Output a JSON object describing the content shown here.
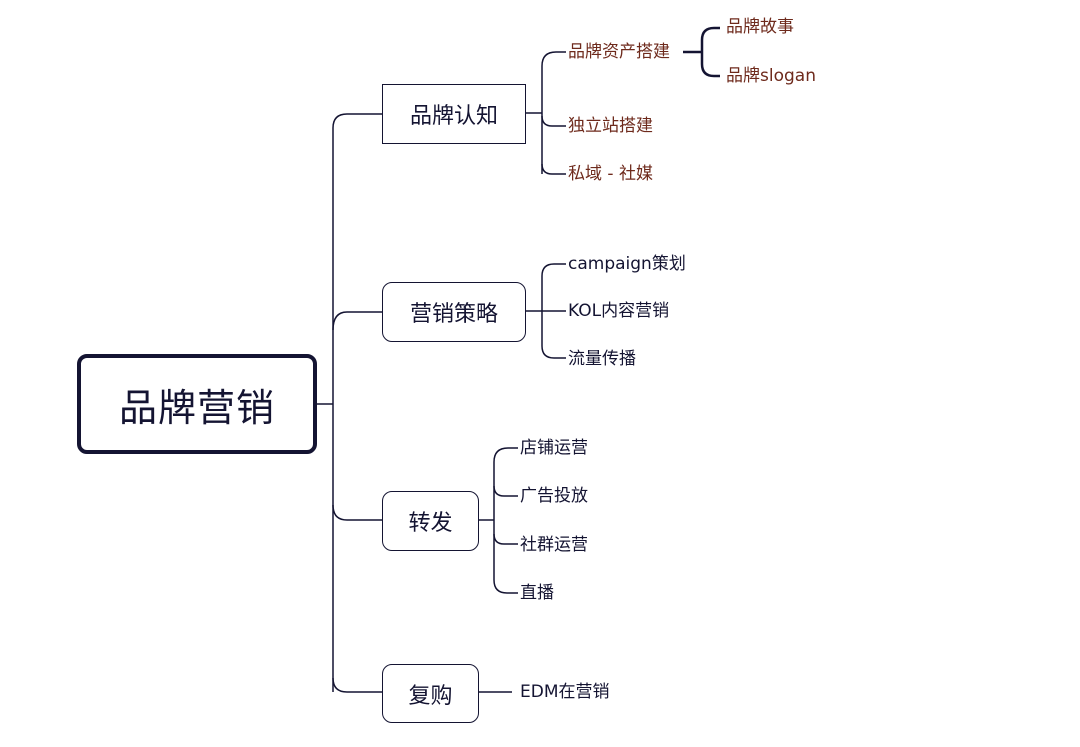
{
  "root": "品牌营销",
  "branches": [
    {
      "label": "品牌认知",
      "children": [
        {
          "label": "品牌资产搭建",
          "children": [
            "品牌故事",
            "品牌slogan"
          ]
        },
        {
          "label": "独立站搭建"
        },
        {
          "label": "私域 - 社媒"
        }
      ]
    },
    {
      "label": "营销策略",
      "children": [
        {
          "label": "campaign策划"
        },
        {
          "label": "KOL内容营销"
        },
        {
          "label": "流量传播"
        }
      ]
    },
    {
      "label": "转发",
      "children": [
        {
          "label": "店铺运营"
        },
        {
          "label": "广告投放"
        },
        {
          "label": "社群运营"
        },
        {
          "label": "直播"
        }
      ]
    },
    {
      "label": "复购",
      "children": [
        {
          "label": "EDM在营销"
        }
      ]
    }
  ],
  "colors": {
    "line": "#141432",
    "text": "#141432",
    "accent_text": "#6e2a1c"
  }
}
